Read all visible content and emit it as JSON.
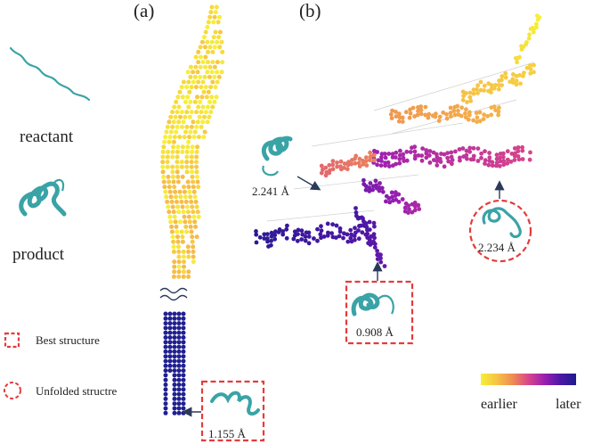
{
  "panels": {
    "a": "(a)",
    "b": "(b)"
  },
  "side_labels": {
    "reactant": "reactant",
    "product": "product"
  },
  "legend": {
    "best_structure": "Best structure",
    "unfolded_structure": "Unfolded structre"
  },
  "rmsd_labels": {
    "a_best": "1.155 Å",
    "b_best": "0.908 Å",
    "b_left": "2.241 Å",
    "b_unfolded": "2.234 Å"
  },
  "colorbar": {
    "left_label": "earlier",
    "right_label": "later",
    "stops": [
      "#f7ef35",
      "#f6c445",
      "#ef8c52",
      "#d8468a",
      "#9b1fb0",
      "#4e17a6",
      "#1e1a8e"
    ]
  },
  "colors": {
    "dot_dark_blue": "#202090",
    "protein_teal": "#3aa3a6",
    "marker_red": "#e53b3b",
    "arrow_navy": "#2b3a5a"
  },
  "icons": [
    "wavy-break-icon",
    "protein-ribbon-icon",
    "red-dashed-square-icon",
    "red-dashed-circle-icon",
    "arrow-icon"
  ]
}
